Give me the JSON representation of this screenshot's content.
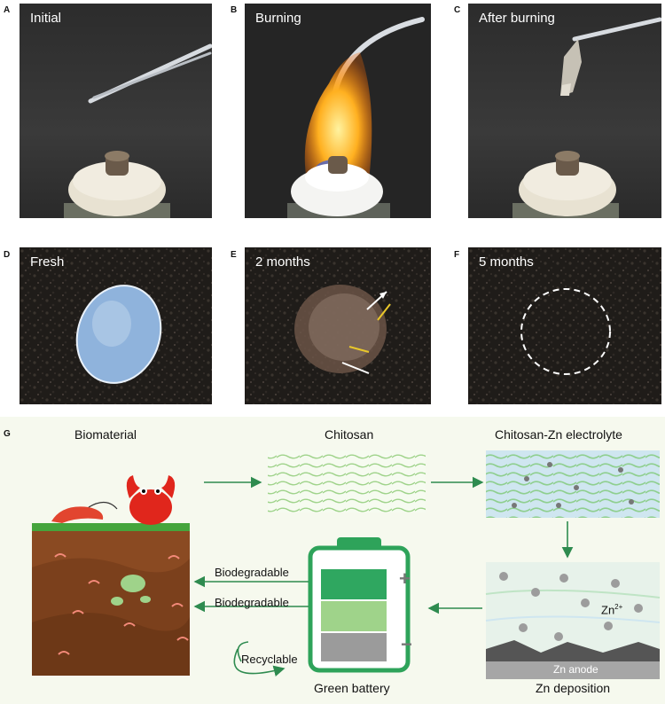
{
  "panels": [
    {
      "letter": "A",
      "label": "Initial"
    },
    {
      "letter": "B",
      "label": "Burning"
    },
    {
      "letter": "C",
      "label": "After burning"
    },
    {
      "letter": "D",
      "label": "Fresh"
    },
    {
      "letter": "E",
      "label": "2 months"
    },
    {
      "letter": "F",
      "label": "5 months"
    }
  ],
  "diagram": {
    "letter": "G",
    "biomaterial": "Biomaterial",
    "chitosan": "Chitosan",
    "electrolyte": "Chitosan-Zn electrolyte",
    "biodegradable_1": "Biodegradable",
    "biodegradable_2": "Biodegradable",
    "recyclable": "Recyclable",
    "green_battery": "Green battery",
    "zn_deposition": "Zn deposition",
    "zn_ion": "Zn",
    "zn_ion_sup": "2+",
    "zn_anode": "Zn anode",
    "plus": "+",
    "minus": "−"
  },
  "colors": {
    "arrow": "#2e8b4f",
    "battery_outline": "#2ea35a",
    "cell_top": "#2fa760",
    "cell_mid": "#9fd38a",
    "cell_bottom": "#9b9b9b",
    "grass": "#45a53c",
    "soil": "#8a4a22"
  }
}
